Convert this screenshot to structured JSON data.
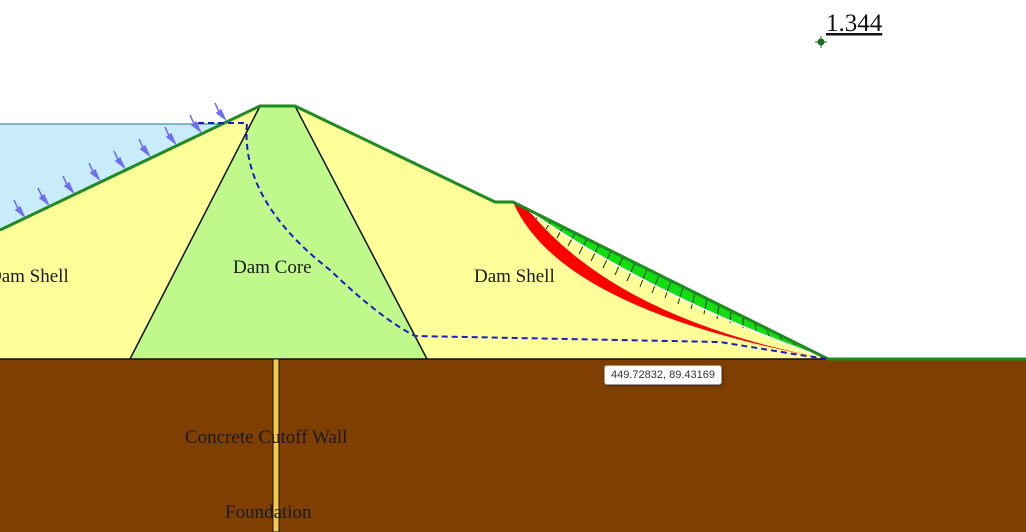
{
  "factor_of_safety": "1.344",
  "labels": {
    "upstream_shell": "Dam Shell",
    "core": "Dam Core",
    "downstream_shell": "Dam Shell",
    "cutoff_wall": "Concrete Cutoff Wall",
    "foundation": "Foundation"
  },
  "cursor_coordinates": "449.72832, 89.43169",
  "colors": {
    "water": "#c9ecfb",
    "shell": "#ffff99",
    "core": "#bff98b",
    "foundation": "#7e3f00",
    "ground_line": "#1f8a1f",
    "critical_slip": "#ff0000",
    "slices": "#11dd11",
    "phreatic_line": "#1c1cc8",
    "water_load_arrows": "#6e6ef0"
  },
  "icons": {
    "slip_center": "slip-center-marker-icon",
    "water_load": "arrow-down-right-icon"
  }
}
